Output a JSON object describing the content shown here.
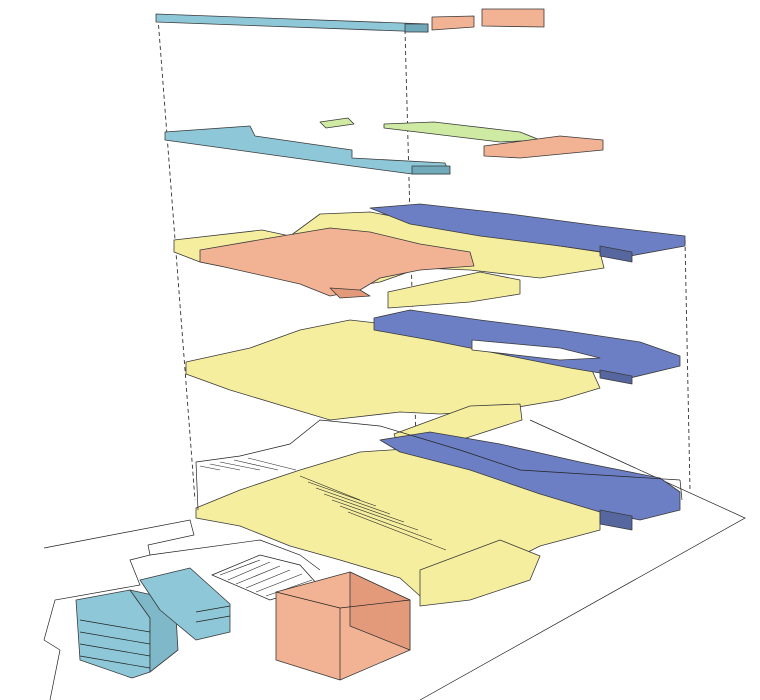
{
  "diagram": {
    "palette": {
      "blue_light": "#8ec8d8",
      "blue_dark": "#6d7fc4",
      "peach": "#f2b394",
      "yellow": "#f6ee9f",
      "green": "#cfeaa2",
      "line": "#2b2b2b"
    },
    "levels": [
      {
        "id": "roof",
        "programs": [
          "blue_light",
          "peach"
        ]
      },
      {
        "id": "upper",
        "programs": [
          "blue_light",
          "green",
          "peach"
        ]
      },
      {
        "id": "level-3",
        "programs": [
          "yellow",
          "peach",
          "blue_dark"
        ]
      },
      {
        "id": "level-2",
        "programs": [
          "yellow",
          "blue_dark"
        ]
      },
      {
        "id": "ground",
        "programs": [
          "yellow",
          "blue_dark",
          "stair-outline"
        ]
      }
    ],
    "site_objects": [
      "context-building-left",
      "context-building-peach",
      "ramp"
    ]
  }
}
